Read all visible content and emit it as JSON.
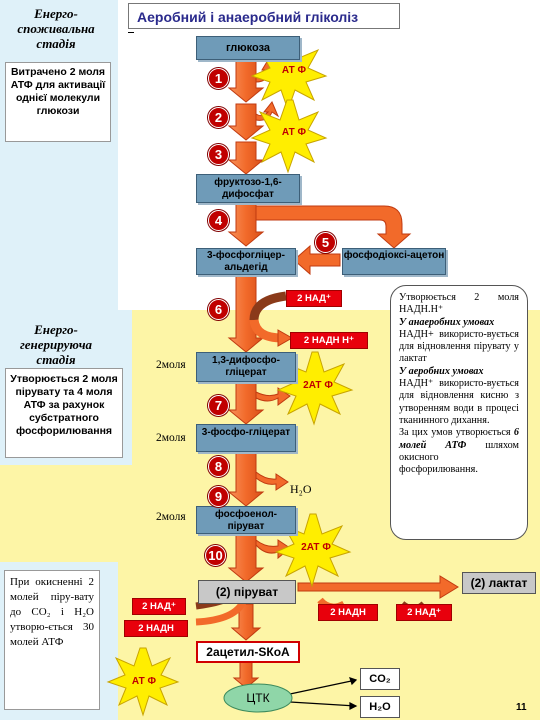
{
  "title": "Аеробний і анаеробний гліколіз",
  "stage_energy_consuming": "Енерго-споживальна стадія",
  "stage_energy_generating": "Енерго-генерируюча стадія",
  "note_consumed": "Витрачено 2 моля АТФ для активації однієї молекули глюкози",
  "note_formed": "Утворюється 2 моля пірувату та 4 моля АТФ за рахунок субстратного фосфорилювання",
  "note_oxidation": "При окисненні 2 молей піру-вату до CO₂ і H₂O утворю-ється 30 молей АТФ",
  "compounds": {
    "glucose": "глюкоза",
    "fructose_bp": "фруктозо-1,6-дифосфат",
    "g3p": "3-фосфогліцер-альдегід",
    "dhap": "фосфодіоксі-ацетон",
    "bpg": "1,3-дифосфо-гліцерат",
    "pg3": "3-фосфо-гліцерат",
    "pep": "фосфоенол-піруват",
    "pyruvate": "(2) піруват",
    "lactate": "(2) лактат",
    "acetyl": "2ацетил-SКоА",
    "tca": "ЦТК"
  },
  "steps": [
    "1",
    "2",
    "3",
    "4",
    "5",
    "6",
    "7",
    "8",
    "9",
    "10"
  ],
  "atp_labels": {
    "atp1": "АТ Ф",
    "atp2": "АТ Ф",
    "atp3": "2АТ Ф",
    "atp4": "2АТ Ф",
    "atp5": "АТ Ф"
  },
  "nad": {
    "nad_plus": "2 НАД⁺",
    "nadh_h": "2 НАДН Н⁺",
    "nad_plus_left": "2 НАД⁺",
    "nadh_left": "2 НАДН",
    "nadh_right": "2 НАДН",
    "nad_plus_right": "2 НАД⁺"
  },
  "mole_labels": {
    "m1": "2моля",
    "m2": "2моля",
    "m3": "2моля"
  },
  "water": "H₂O",
  "products": {
    "co2": "CO₂",
    "h2o": "H₂O"
  },
  "info_text": {
    "p1": "Утворюється 2 моля НАДН.Н⁺",
    "p2_head": "У анаеробних умовах",
    "p2": "НАДН+ використо-вується для відновлення пірувату у лактат",
    "p3_head": "У аеробних умовах",
    "p3": "НАДН⁺ використо-вується для відновлення кисню з утворенням води в процесі тканинного дихання.",
    "p4a": "За цих умов утворюється ",
    "p4b": "6 молей АТФ",
    "p4c": " шляхом окисного фосфорилювання."
  },
  "page_number": "11",
  "colors": {
    "arrow": "#f26a2a",
    "arrow_edge": "#c03a10",
    "star": "#ffee00",
    "star_edge": "#c8a400",
    "box": "#6f9bb8",
    "red": "#e8000c"
  }
}
